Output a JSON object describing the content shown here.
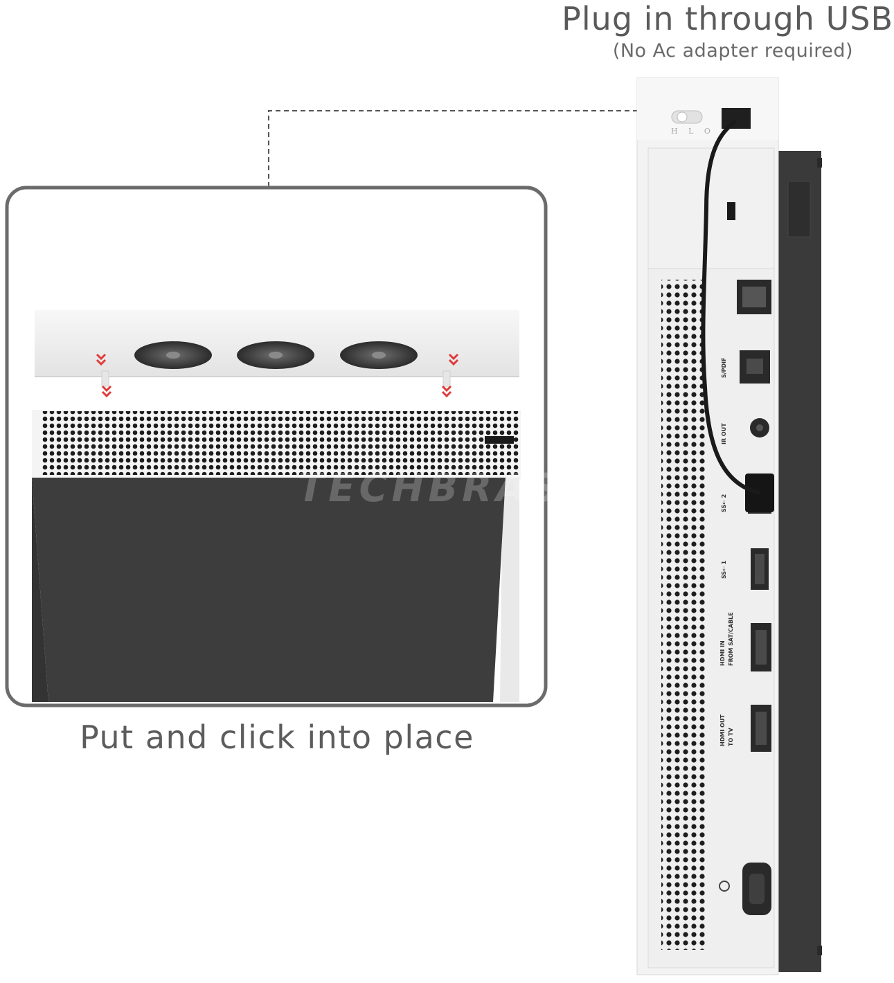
{
  "header": {
    "title": "Plug in through USB",
    "subtitle": "(No Ac adapter required)"
  },
  "caption": "Put and click into place",
  "watermark": "TECHBRASIL",
  "switch_labels": "H L O",
  "ports": {
    "spdif": "S/PDIF",
    "ir_out": "IR OUT",
    "usb2": "SS⇠ 2",
    "usb1": "SS⇠ 1",
    "hdmi_in": "HDMI IN",
    "hdmi_in_sub": "FROM SAT/CABLE",
    "hdmi_out": "HDMI OUT",
    "hdmi_out_sub": "TO TV"
  },
  "colors": {
    "text": "#5a5a5a",
    "frame": "#6b6b6b",
    "console_dark": "#3d3d3d",
    "console_white": "#f2f2f2",
    "arrow_red": "#e03a3a"
  }
}
